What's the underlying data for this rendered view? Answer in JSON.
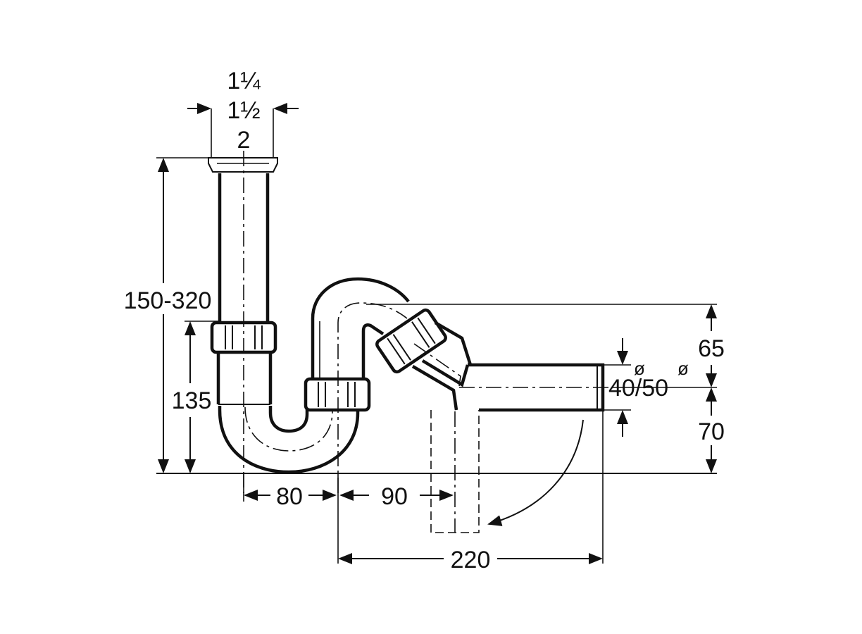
{
  "labels": {
    "size_1": "1¼",
    "size_2": "1½",
    "size_3": "2",
    "height_total": "150-320",
    "height_135": "135",
    "width_80": "80",
    "width_90": "90",
    "width_220": "220",
    "height_65": "65",
    "height_70": "70",
    "diameter": "40/50",
    "diameter_symbol_1": "ø",
    "diameter_symbol_2": "ø"
  },
  "colors": {
    "line": "#111111",
    "background": "#ffffff"
  }
}
